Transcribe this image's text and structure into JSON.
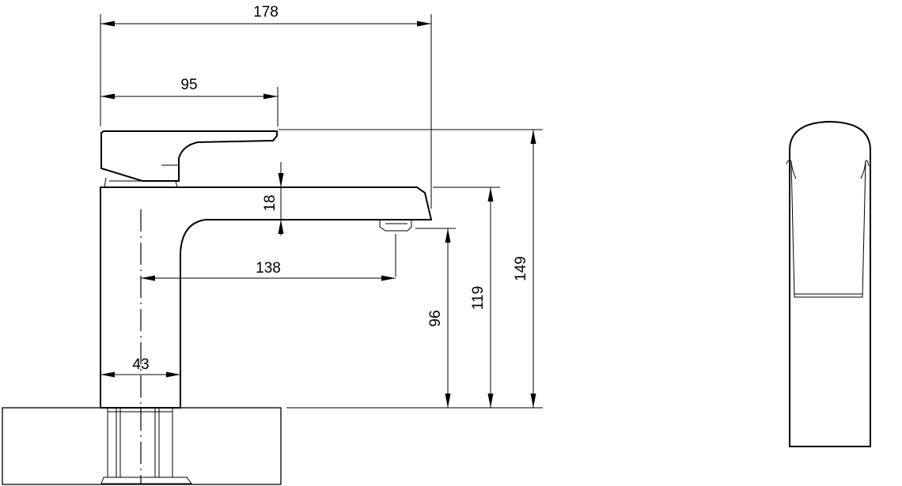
{
  "dimensions": {
    "overall_length": "178",
    "handle_length": "95",
    "spout_thickness": "18",
    "spout_reach": "138",
    "outlet_height": "96",
    "spout_top_height": "119",
    "total_height": "149",
    "body_width": "43"
  }
}
